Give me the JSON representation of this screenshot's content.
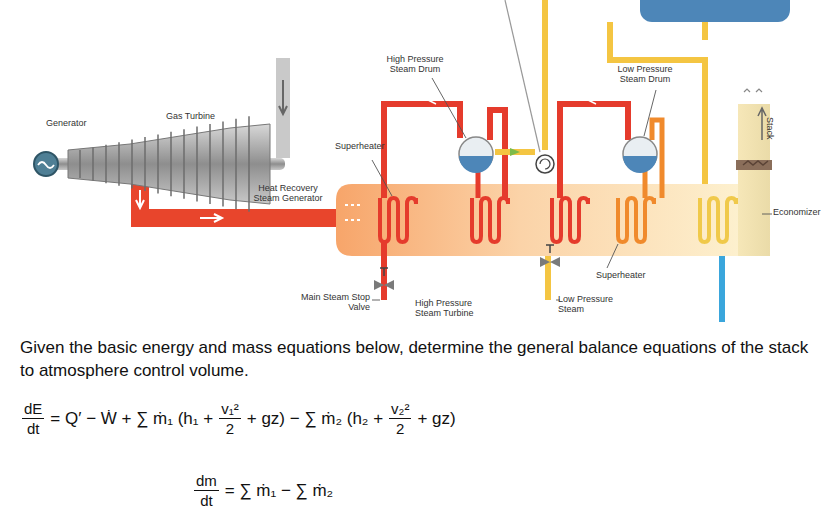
{
  "diagram": {
    "labels": [
      "Generator",
      "Gas Turbine",
      "High Pressure Steam Drum",
      "Low Pressure Steam Drum",
      "Superheater",
      "Heat Recovery Steam Generator",
      "Stack",
      "Economizer",
      "Superheater",
      "Main Steam Stop Valve",
      "High Pressure Steam Turbine",
      "Low Pressure Steam",
      "Given the basic energy and mass equations below, determine the general balance equations of the stack to atmosphere control volume.",
      "dE",
      "dt",
      "= Q′ − Ẇ + ∑ ṁ₁ (h₁ +",
      "v₁²",
      "2",
      "+ gz) − ∑ ṁ₂ (h₂ +",
      "v₂²",
      "2",
      "+ gz)",
      "dm",
      "dt",
      "= ∑ ṁ₁ − ∑ ṁ₂"
    ]
  }
}
